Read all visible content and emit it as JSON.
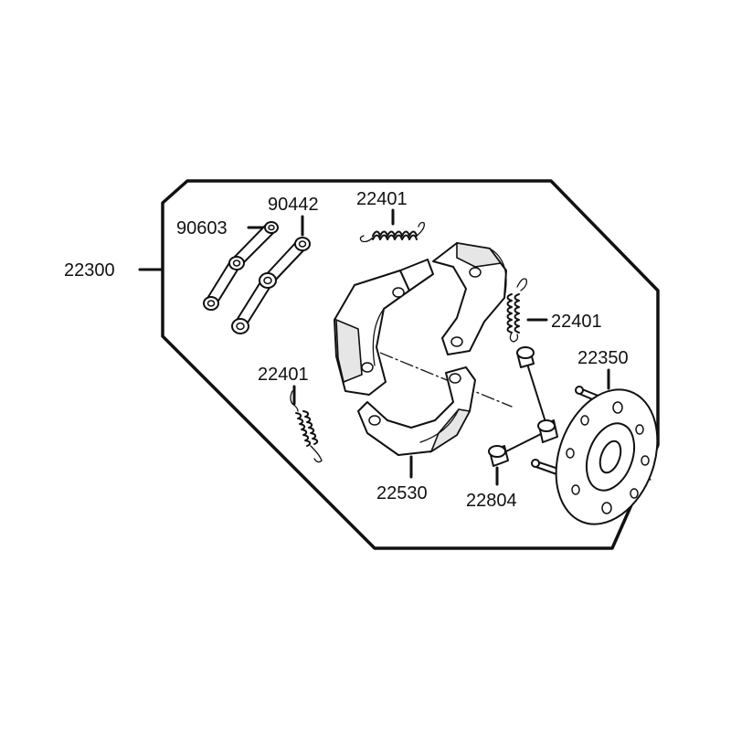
{
  "diagram": {
    "labels": {
      "assembly": "22300",
      "plate_washer": "90603",
      "plate": "90442",
      "spring_top": "22401",
      "spring_right": "22401",
      "spring_left": "22401",
      "drive_plate": "22350",
      "shoe_set": "22530",
      "damper": "22804"
    }
  }
}
